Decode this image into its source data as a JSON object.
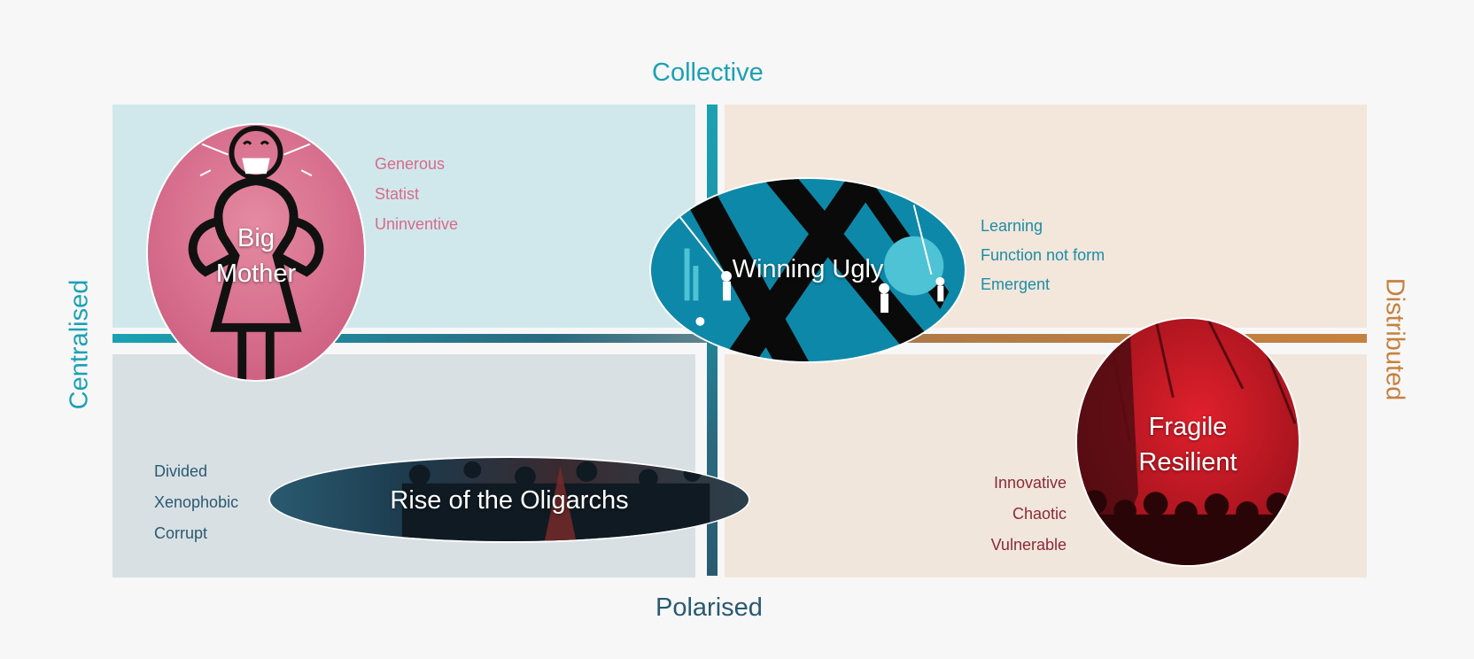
{
  "axes": {
    "top": "Collective",
    "bottom": "Polarised",
    "left": "Centralised",
    "right": "Distributed"
  },
  "scenarios": {
    "big_mother": {
      "title_line1": "Big",
      "title_line2": "Mother",
      "traits": [
        "Generous",
        "Statist",
        "Uninventive"
      ]
    },
    "winning_ugly": {
      "title": "Winning Ugly",
      "traits": [
        "Learning",
        "Function not form",
        "Emergent"
      ]
    },
    "oligarchs": {
      "title": "Rise of the Oligarchs",
      "traits": [
        "Divided",
        "Xenophobic",
        "Corrupt"
      ]
    },
    "fragile_resilient": {
      "title_line1": "Fragile",
      "title_line2": "Resilient",
      "traits": [
        "Innovative",
        "Chaotic",
        "Vulnerable"
      ]
    }
  },
  "colors": {
    "teal": "#1ba1b3",
    "navy": "#2a5a70",
    "orange": "#c7813f",
    "pink": "#d86a8a",
    "maroon": "#8c2a35",
    "q_top_left": "#d0e8ec",
    "q_top_right": "#f3e6da",
    "q_bottom_left": "#d8e0e4",
    "q_bottom_right": "#f1e6dc"
  }
}
